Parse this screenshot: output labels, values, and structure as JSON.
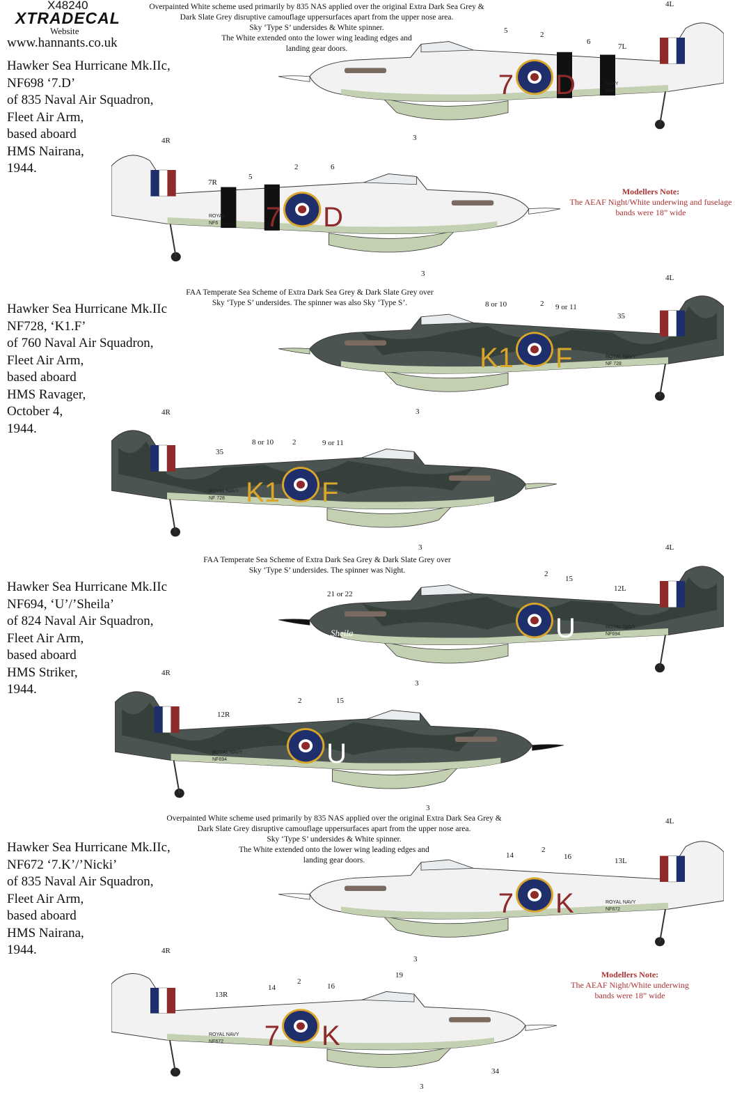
{
  "header": {
    "product_code": "X48240",
    "brand": "XTRADECAL",
    "website_label": "Website",
    "url": "www.hannants.co.uk"
  },
  "colors": {
    "note": "#aa3333",
    "white_fuselage": "#f2f2f2",
    "sky": "#c4d0b2",
    "dark_sea_grey": "#4b5450",
    "dark_slate_grey": "#323d36",
    "roundel_blue": "#1f2f6b",
    "roundel_red": "#8e2a2a",
    "code_yellow": "#d9a62a",
    "code_red": "#8e2a2a"
  },
  "sections": [
    {
      "description": [
        "Hawker Sea Hurricane Mk.IIc,",
        "NF698 ‘7.D’",
        "of 835 Naval Air Squadron,",
        "Fleet Air Arm,",
        "based aboard",
        "HMS Nairana,",
        "1944."
      ],
      "scheme": [
        "Overpainted White scheme used primarily by 835 NAS applied over the original Extra Dark Sea Grey &",
        "Dark Slate Grey disruptive camouflage uppersurfaces apart from the upper nose area.",
        "Sky ‘Type S’ undersides & White spinner.",
        "The White extended onto the lower wing leading edges and",
        "landing gear doors."
      ],
      "note": {
        "title": "Modellers Note:",
        "lines": [
          "The AEAF Night/White underwing and fuselage",
          "bands were 18” wide"
        ]
      },
      "top": {
        "scheme": "white",
        "code_left": "7",
        "code_right": "D",
        "serial": [
          "NAVY",
          "698"
        ],
        "callouts": [
          "5",
          "2",
          "6",
          "7L",
          "4L",
          "3"
        ]
      },
      "bottom": {
        "scheme": "white",
        "code_left": "7",
        "code_right": "D",
        "serial": [
          "ROYAL",
          "NF6"
        ],
        "callouts": [
          "4R",
          "7R",
          "5",
          "2",
          "6",
          "3"
        ]
      }
    },
    {
      "description": [
        "Hawker Sea Hurricane Mk.IIc",
        "NF728, ‘K1.F’",
        "of 760 Naval Air Squadron,",
        "Fleet Air Arm,",
        "based aboard",
        "HMS Ravager,",
        "October 4,",
        "1944."
      ],
      "scheme": [
        "FAA Temperate Sea Scheme of Extra Dark Sea Grey & Dark Slate Grey over",
        "Sky ‘Type S’ undersides. The spinner was also Sky ‘Type S’."
      ],
      "top": {
        "scheme": "camo",
        "code_left": "K1",
        "code_right": "F",
        "serial": [
          "ROYAL NAVY",
          "NF 728"
        ],
        "callouts": [
          "8 or 10",
          "2",
          "9 or 11",
          "35",
          "4L",
          "3"
        ]
      },
      "bottom": {
        "scheme": "camo",
        "code_left": "K1",
        "code_right": "F",
        "serial": [
          "ROYAL NAVY",
          "NF 728"
        ],
        "callouts": [
          "4R",
          "35",
          "8 or 10",
          "2",
          "9 or 11",
          "3"
        ]
      }
    },
    {
      "description": [
        "Hawker Sea Hurricane Mk.IIc",
        "NF694, ‘U’/’Sheila’",
        "of 824 Naval Air Squadron,",
        "Fleet Air Arm,",
        "based aboard",
        "HMS Striker,",
        "1944."
      ],
      "scheme": [
        "FAA Temperate Sea Scheme of Extra Dark Sea Grey & Dark Slate Grey over",
        "Sky ‘Type S’ undersides. The spinner was Night."
      ],
      "top": {
        "scheme": "camo-night",
        "code_left": "",
        "code_right": "U",
        "nose_art": "Sheila",
        "serial": [
          "ROYAL NAVY",
          "NF694"
        ],
        "callouts": [
          "21 or 22",
          "2",
          "15",
          "12L",
          "4L",
          "3"
        ]
      },
      "bottom": {
        "scheme": "camo-night",
        "code_left": "",
        "code_right": "U",
        "serial": [
          "ROYAL NAVY",
          "NF694"
        ],
        "callouts": [
          "4R",
          "12R",
          "2",
          "15",
          "3"
        ]
      }
    },
    {
      "description": [
        "Hawker Sea Hurricane Mk.IIc,",
        "NF672 ‘7.K’/’Nicki’",
        "of 835 Naval Air Squadron,",
        "Fleet Air Arm,",
        "based aboard",
        "HMS Nairana,",
        "1944."
      ],
      "scheme": [
        "Overpainted White scheme used primarily by 835 NAS applied over the original Extra Dark Sea Grey &",
        "Dark Slate Grey disruptive camouflage uppersurfaces apart from the upper nose area.",
        "Sky ‘Type S’ undersides & White spinner.",
        "The White extended onto the lower wing leading edges and",
        "landing gear doors."
      ],
      "note": {
        "title": "Modellers Note:",
        "lines": [
          "The AEAF Night/White underwing",
          "bands were 18” wide"
        ]
      },
      "top": {
        "scheme": "white",
        "code_left": "7",
        "code_right": "K",
        "serial": [
          "ROYAL NAVY",
          "NF672"
        ],
        "callouts": [
          "14",
          "2",
          "16",
          "13L",
          "4L",
          "3"
        ]
      },
      "bottom": {
        "scheme": "white",
        "code_left": "7",
        "code_right": "K",
        "serial": [
          "ROYAL NAVY",
          "NF672"
        ],
        "callouts": [
          "4R",
          "13R",
          "14",
          "2",
          "16",
          "19",
          "34",
          "3"
        ]
      }
    }
  ]
}
